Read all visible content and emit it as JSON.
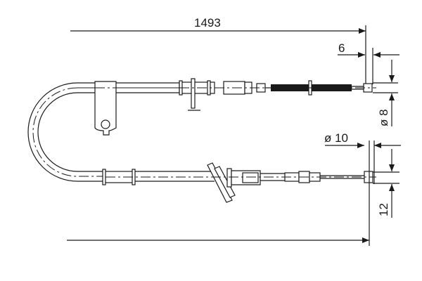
{
  "dimensions": {
    "length": "1493",
    "end_offset": "6",
    "diameter_top": "ø 8",
    "diameter_bottom": "ø 10",
    "end_width_bottom": "12"
  },
  "colors": {
    "line": "#1a1a1a",
    "background": "#ffffff"
  }
}
